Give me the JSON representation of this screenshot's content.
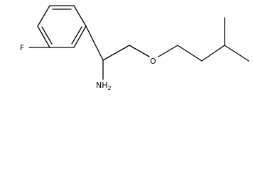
{
  "molecule": {
    "atoms": {
      "fluorine": "F",
      "oxygen": "O",
      "amine_n": "NH",
      "amine_sub": "2"
    },
    "colors": {
      "bond": "#000000",
      "label": "#000000",
      "background": "#ffffff"
    }
  }
}
